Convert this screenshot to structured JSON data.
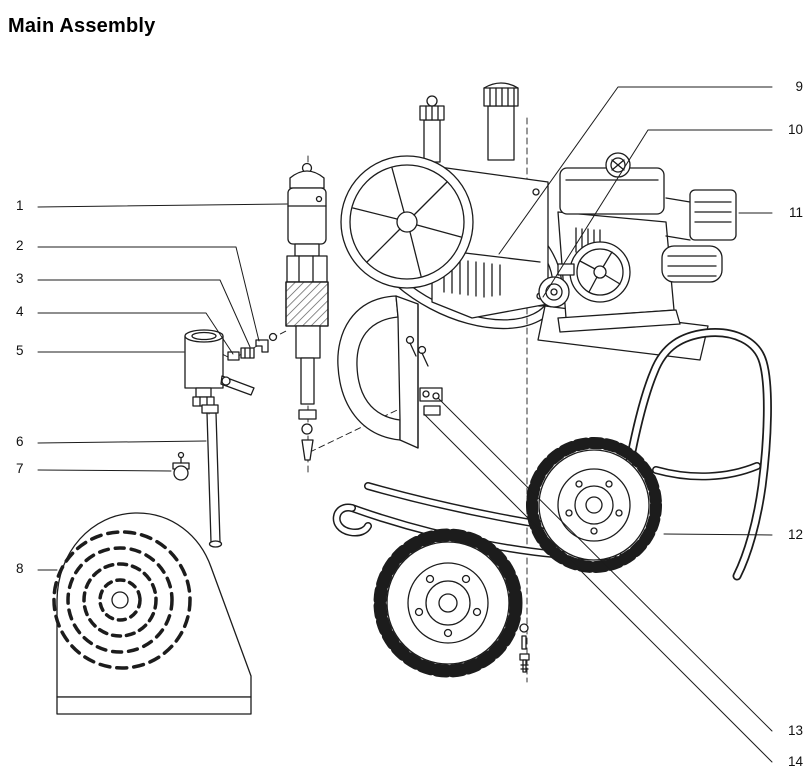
{
  "page": {
    "title": "Main Assembly"
  },
  "colors": {
    "line": "#1c1c1c",
    "background": "#ffffff"
  },
  "callouts": [
    {
      "label": "1"
    },
    {
      "label": "2"
    },
    {
      "label": "3"
    },
    {
      "label": "4"
    },
    {
      "label": "5"
    },
    {
      "label": "6"
    },
    {
      "label": "7"
    },
    {
      "label": "8"
    },
    {
      "label": "9"
    },
    {
      "label": "10"
    },
    {
      "label": "11"
    },
    {
      "label": "12"
    },
    {
      "label": "13"
    },
    {
      "label": "14"
    }
  ]
}
